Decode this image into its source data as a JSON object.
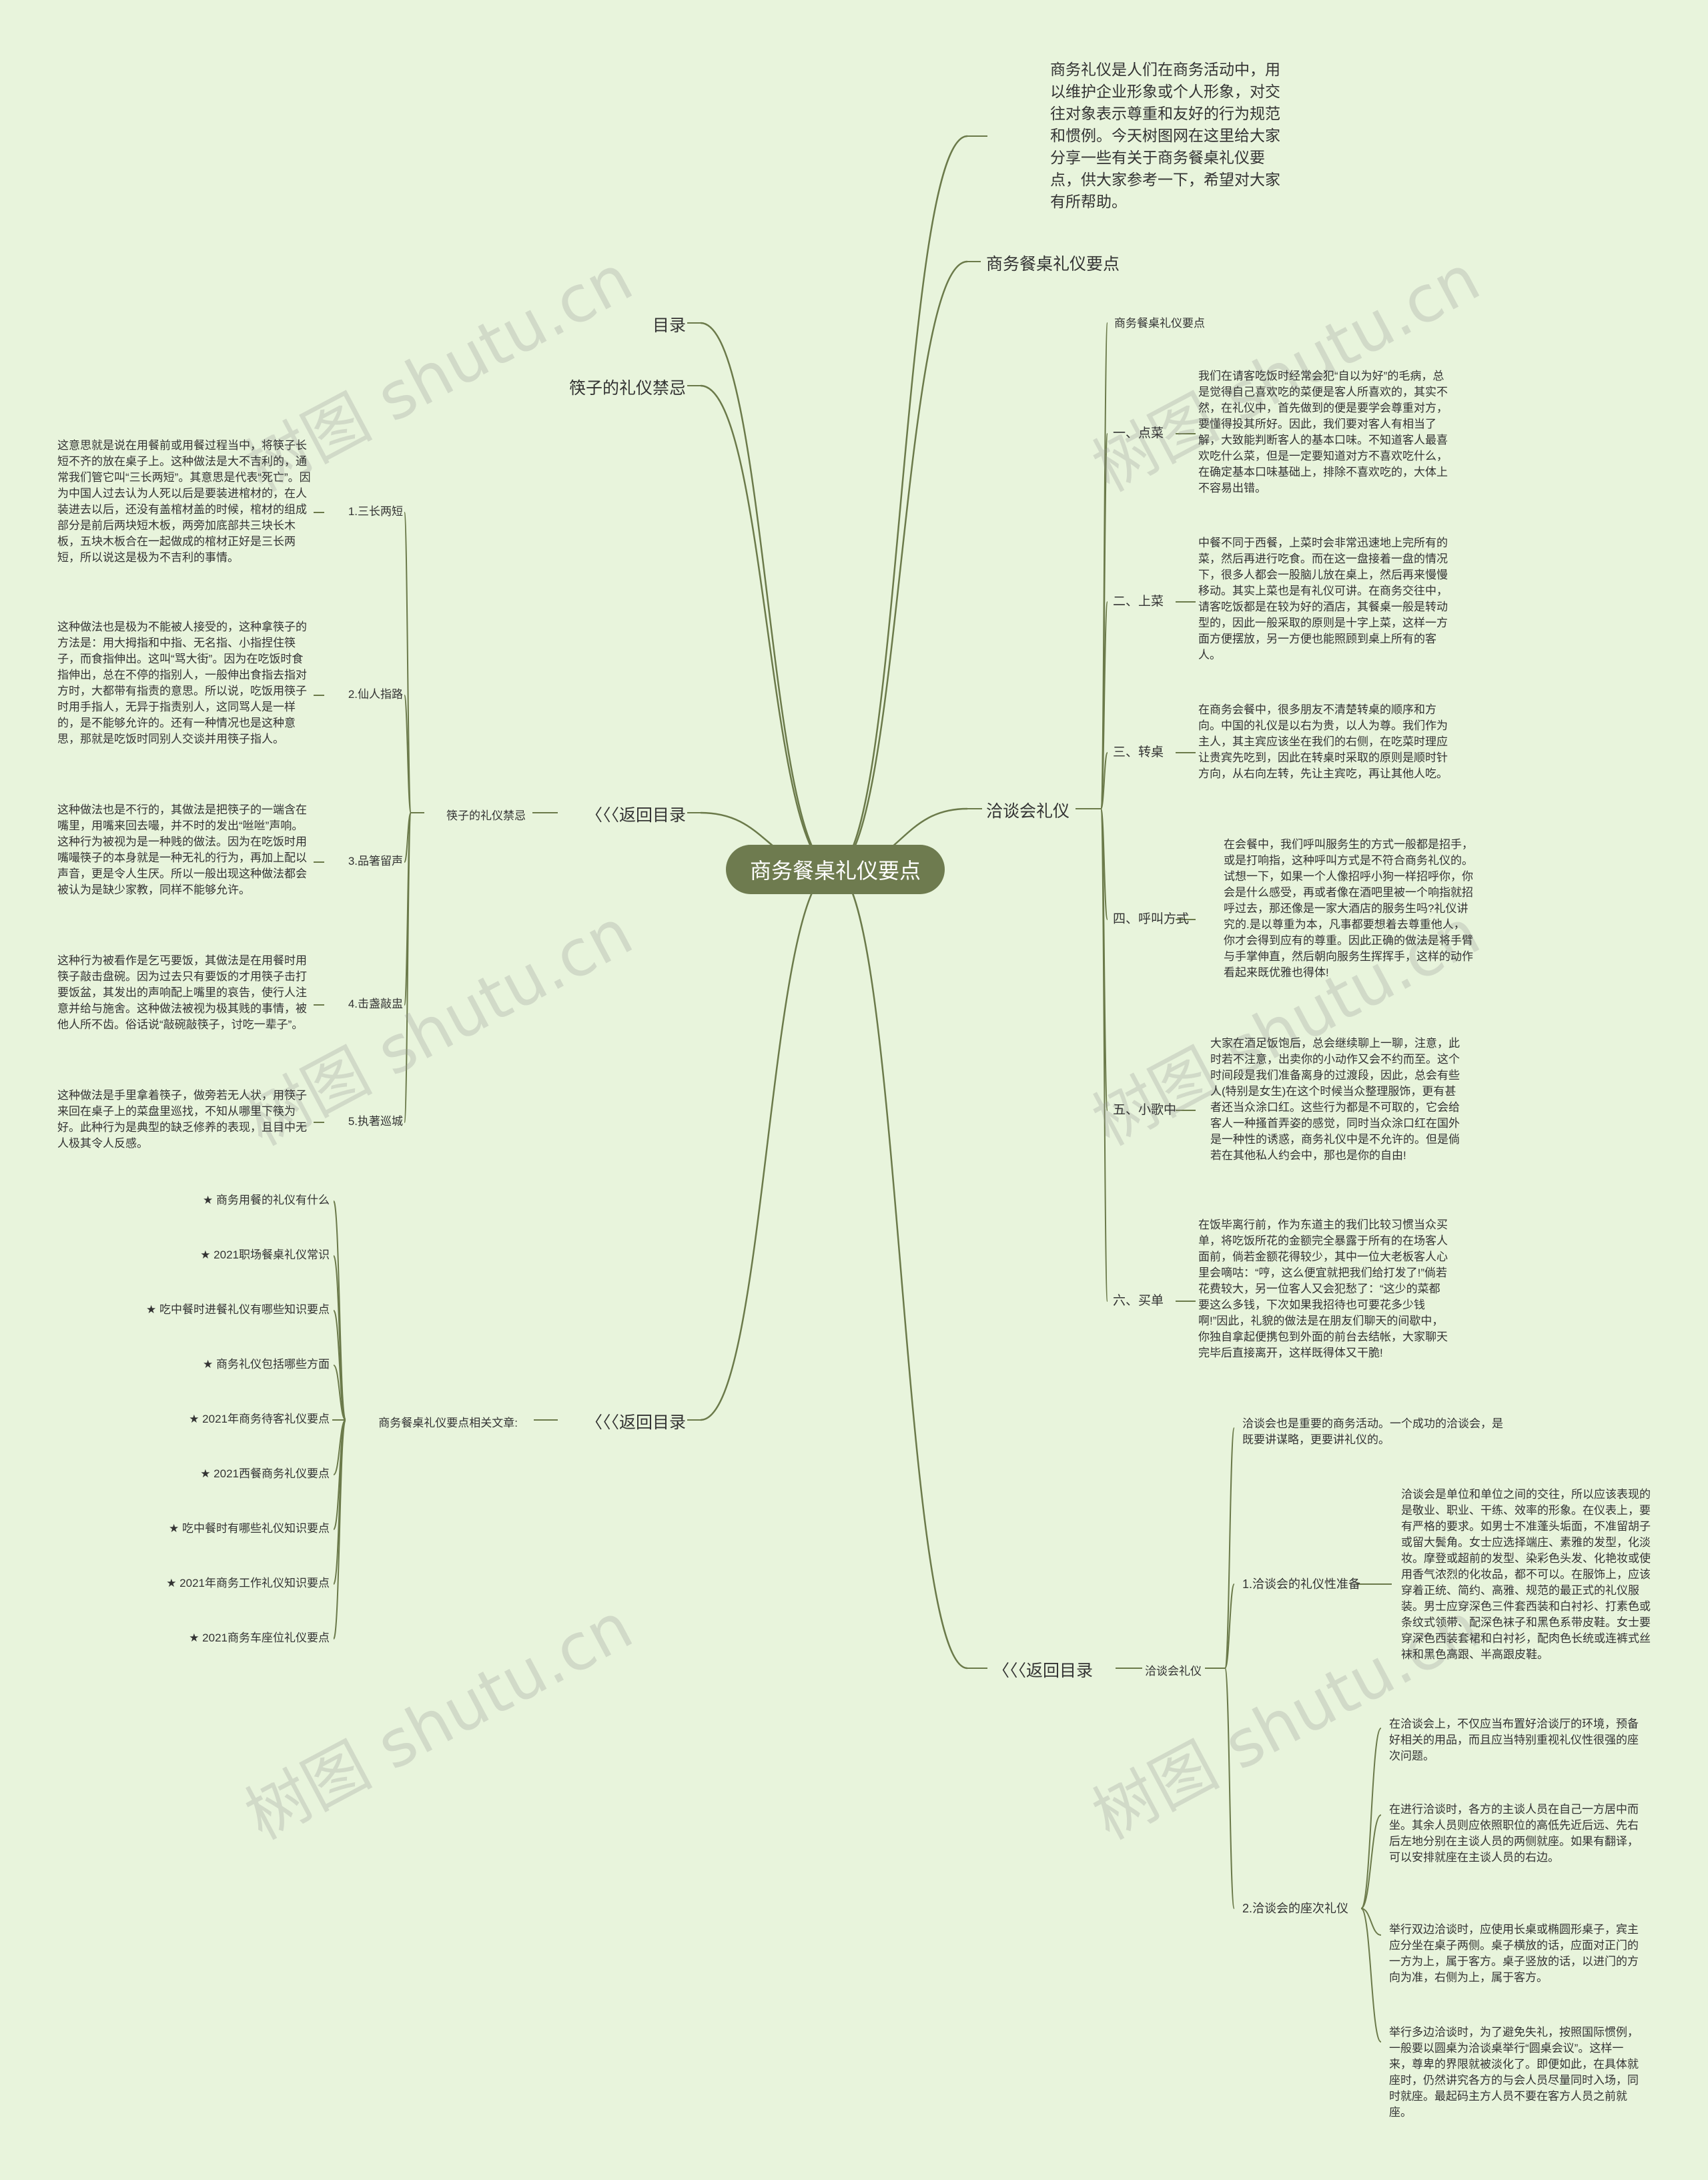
{
  "root": "商务餐桌礼仪要点",
  "intro": "商务礼仪是人们在商务活动中，用以维护企业形象或个人形象，对交往对象表示尊重和友好的行为规范和惯例。今天树图网在这里给大家分享一些有关于商务餐桌礼仪要点，供大家参考一下，希望对大家有所帮助。",
  "right": {
    "title_node": "商务餐桌礼仪要点",
    "talk": {
      "label": "洽谈会礼仪",
      "sub_label": "商务餐桌礼仪要点",
      "items": [
        {
          "label": "一、点菜",
          "text": "我们在请客吃饭时经常会犯“自以为好”的毛病，总是觉得自己喜欢吃的菜便是客人所喜欢的，其实不然，在礼仪中，首先做到的便是要学会尊重对方，要懂得投其所好。因此，我们要对客人有相当了解，大致能判断客人的基本口味。不知道客人最喜欢吃什么菜，但是一定要知道对方不喜欢吃什么，在确定基本口味基础上，排除不喜欢吃的，大体上不容易出错。"
        },
        {
          "label": "二、上菜",
          "text": "中餐不同于西餐，上菜时会非常迅速地上完所有的菜，然后再进行吃食。而在这一盘接着一盘的情况下，很多人都会一股脑儿放在桌上，然后再来慢慢移动。其实上菜也是有礼仪可讲。在商务交往中，请客吃饭都是在较为好的酒店，其餐桌一般是转动型的，因此一般采取的原则是十字上菜，这样一方面方便摆放，另一方便也能照顾到桌上所有的客人。"
        },
        {
          "label": "三、转桌",
          "text": "在商务会餐中，很多朋友不清楚转桌的顺序和方向。中国的礼仪是以右为贵，以人为尊。我们作为主人，其主宾应该坐在我们的右侧，在吃菜时理应让贵宾先吃到，因此在转桌时采取的原则是顺时针方向，从右向左转，先让主宾吃，再让其他人吃。"
        },
        {
          "label": "四、呼叫方式",
          "text": "在会餐中，我们呼叫服务生的方式一般都是招手，或是打响指，这种呼叫方式是不符合商务礼仪的。试想一下，如果一个人像招呼小狗一样招呼你，你会是什么感受，再或者像在酒吧里被一个响指就招呼过去，那还像是一家大酒店的服务生吗?礼仪讲究的.是以尊重为本，凡事都要想着去尊重他人，你才会得到应有的尊重。因此正确的做法是将手臂与手掌伸直，然后朝向服务生挥挥手，这样的动作看起来既优雅也得体!"
        },
        {
          "label": "五、小歌中",
          "text": "大家在酒足饭饱后，总会继续聊上一聊，注意，此时若不注意，出卖你的小动作又会不约而至。这个时间段是我们准备离身的过渡段，因此，总会有些人(特别是女生)在这个时候当众整理服饰，更有甚者还当众涂口红。这些行为都是不可取的，它会给客人一种搔首弄姿的感觉，同时当众涂口红在国外是一种性的诱惑，商务礼仪中是不允许的。但是倘若在其他私人约会中，那也是你的自由!"
        },
        {
          "label": "六、买单",
          "text": "在饭毕离行前，作为东道主的我们比较习惯当众买单，将吃饭所花的金额完全暴露于所有的在场客人面前，倘若金额花得较少，其中一位大老板客人心里会嘀咕：“哼，这么便宜就把我们给打发了!”倘若花费较大，另一位客人又会犯愁了：“这少的菜都要这么多钱，下次如果我招待也可要花多少钱啊!”因此，礼貌的做法是在朋友们聊天的间歇中，你独自拿起便携包到外面的前台去结帐，大家聊天完毕后直接离开，这样既得体又干脆!"
        }
      ]
    },
    "back": {
      "label": "〈〈〈返回目录",
      "sub_label": "洽谈会礼仪",
      "intro_text": "洽谈会也是重要的商务活动。一个成功的洽谈会，是既要讲谋略，更要讲礼仪的。",
      "prep": {
        "label": "1.洽谈会的礼仪性准备",
        "text": "洽谈会是单位和单位之间的交往，所以应该表现的是敬业、职业、干练、效率的形象。在仪表上，要有严格的要求。如男士不准蓬头垢面，不准留胡子或留大鬓角。女士应选择端庄、素雅的发型，化淡妆。摩登或超前的发型、染彩色头发、化艳妆或使用香气浓烈的化妆品，都不可以。在服饰上，应该穿着正统、简约、高雅、规范的最正式的礼仪服装。男士应穿深色三件套西装和白衬衫、打素色或条纹式领带、配深色袜子和黑色系带皮鞋。女士要穿深色西装套裙和白衬衫，配肉色长统或连裤式丝袜和黑色高跟、半高跟皮鞋。"
      },
      "seat": {
        "label": "2.洽谈会的座次礼仪",
        "texts": [
          "在洽谈会上，不仅应当布置好洽谈厅的环境，预备好相关的用品，而且应当特别重视礼仪性很强的座次问题。",
          "在进行洽谈时，各方的主谈人员在自己一方居中而坐。其余人员则应依照职位的高低先近后远、先右后左地分别在主谈人员的两侧就座。如果有翻译，可以安排就座在主谈人员的右边。",
          "举行双边洽谈时，应使用长桌或椭圆形桌子，宾主应分坐在桌子两侧。桌子横放的话，应面对正门的一方为上，属于客方。桌子竖放的话，以进门的方向为准，右侧为上，属于客方。",
          "举行多边洽谈时，为了避免失礼，按照国际惯例，一般要以圆桌为洽谈桌举行“圆桌会议”。这样一来，尊卑的界限就被淡化了。即便如此，在具体就座时，仍然讲究各方的与会人员尽量同时入场，同时就座。最起码主方人员不要在客方人员之前就座。"
        ]
      }
    }
  },
  "left": {
    "toc": "目录",
    "chopsticks_title": "筷子的礼仪禁忌",
    "back1": {
      "label": "〈〈〈返回目录",
      "sub_label": "筷子的礼仪禁忌",
      "items": [
        {
          "label": "1.三长两短",
          "text": "这意思就是说在用餐前或用餐过程当中，将筷子长短不齐的放在桌子上。这种做法是大不吉利的，通常我们管它叫“三长两短”。其意思是代表“死亡”。因为中国人过去认为人死以后是要装进棺材的，在人装进去以后，还没有盖棺材盖的时候，棺材的组成部分是前后两块短木板，两旁加底部共三块长木板，五块木板合在一起做成的棺材正好是三长两短，所以说这是极为不吉利的事情。"
        },
        {
          "label": "2.仙人指路",
          "text": "这种做法也是极为不能被人接受的，这种拿筷子的方法是：用大拇指和中指、无名指、小指捏住筷子，而食指伸出。这叫“骂大街”。因为在吃饭时食指伸出，总在不停的指别人，一般伸出食指去指对方时，大都带有指责的意思。所以说，吃饭用筷子时用手指人，无异于指责别人，这同骂人是一样的，是不能够允许的。还有一种情况也是这种意思，那就是吃饭时同别人交谈并用筷子指人。"
        },
        {
          "label": "3.品箸留声",
          "text": "这种做法也是不行的，其做法是把筷子的一端含在嘴里，用嘴来回去嘬，并不时的发出“咝咝”声响。这种行为被视为是一种贱的做法。因为在吃饭时用嘴嘬筷子的本身就是一种无礼的行为，再加上配以声音，更是令人生厌。所以一般出现这种做法都会被认为是缺少家教，同样不能够允许。"
        },
        {
          "label": "4.击盏敲盅",
          "text": "这种行为被看作是乞丐要饭，其做法是在用餐时用筷子敲击盘碗。因为过去只有要饭的才用筷子击打要饭盆，其发出的声响配上嘴里的哀告，使行人注意并给与施舍。这种做法被视为极其贱的事情，被他人所不齿。俗话说“敲碗敲筷子，讨吃一辈子”。"
        },
        {
          "label": "5.执著巡城",
          "text": "这种做法是手里拿着筷子，做旁若无人状，用筷子来回在桌子上的菜盘里巡找，不知从哪里下筷为好。此种行为是典型的缺乏修养的表现，且目中无人极其令人反感。"
        }
      ]
    },
    "back2": {
      "label": "〈〈〈返回目录",
      "sub_label": "商务餐桌礼仪要点相关文章:",
      "items": [
        "★ 商务用餐的礼仪有什么",
        "★ 2021职场餐桌礼仪常识",
        "★ 吃中餐时进餐礼仪有哪些知识要点",
        "★ 商务礼仪包括哪些方面",
        "★ 2021年商务待客礼仪要点",
        "★ 2021西餐商务礼仪要点",
        "★ 吃中餐时有哪些礼仪知识要点",
        "★ 2021年商务工作礼仪知识要点",
        "★ 2021商务车座位礼仪要点"
      ]
    }
  },
  "watermark": "树图 shutu.cn",
  "colors": {
    "background": "#e8f4dc",
    "root_fill": "#6e7b4f",
    "line": "#6b7a4a"
  }
}
